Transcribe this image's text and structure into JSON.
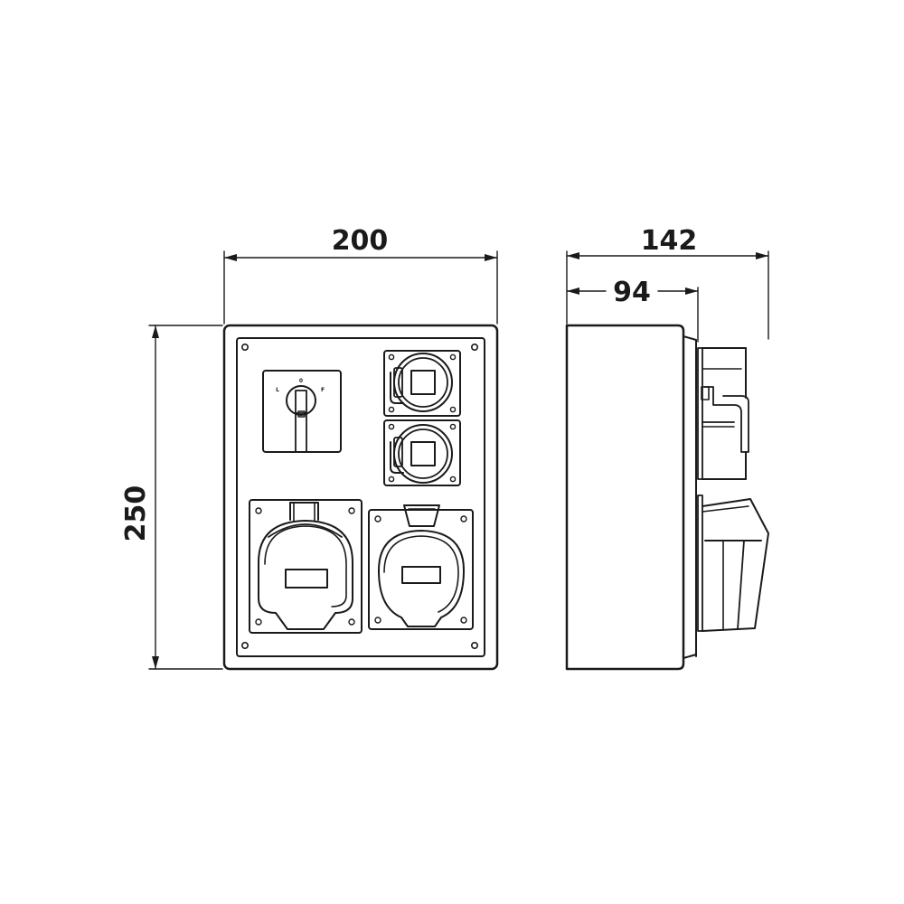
{
  "dimensions": {
    "width": "200",
    "height": "250",
    "depth_total": "142",
    "depth_box": "94"
  },
  "switch_positions": {
    "left": "L",
    "middle": "0",
    "right": "F"
  },
  "colors": {
    "stroke": "#1a1a1a",
    "background": "#ffffff"
  }
}
